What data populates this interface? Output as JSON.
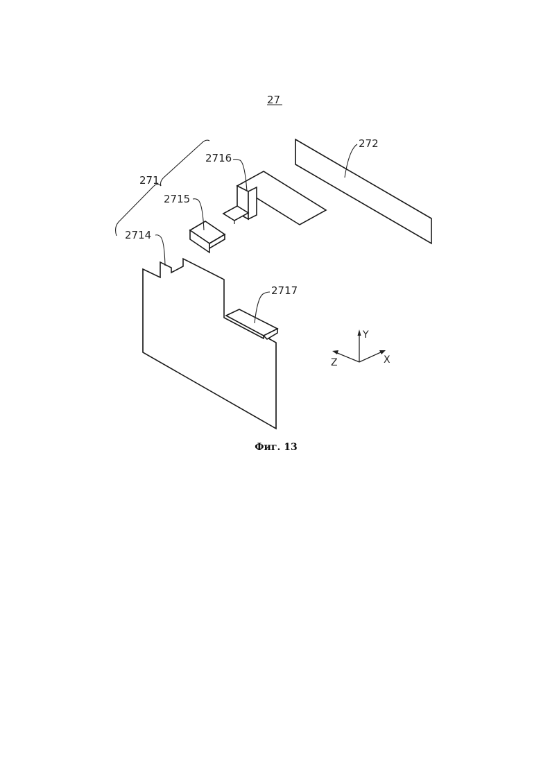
{
  "figure": {
    "assembly_label": "27",
    "caption": "Фиг. 13",
    "labels": {
      "l271": "271",
      "l272": "272",
      "l2714": "2714",
      "l2715": "2715",
      "l2716": "2716",
      "l2717": "2717"
    },
    "axes": {
      "x": "X",
      "y": "Y",
      "z": "Z"
    }
  }
}
